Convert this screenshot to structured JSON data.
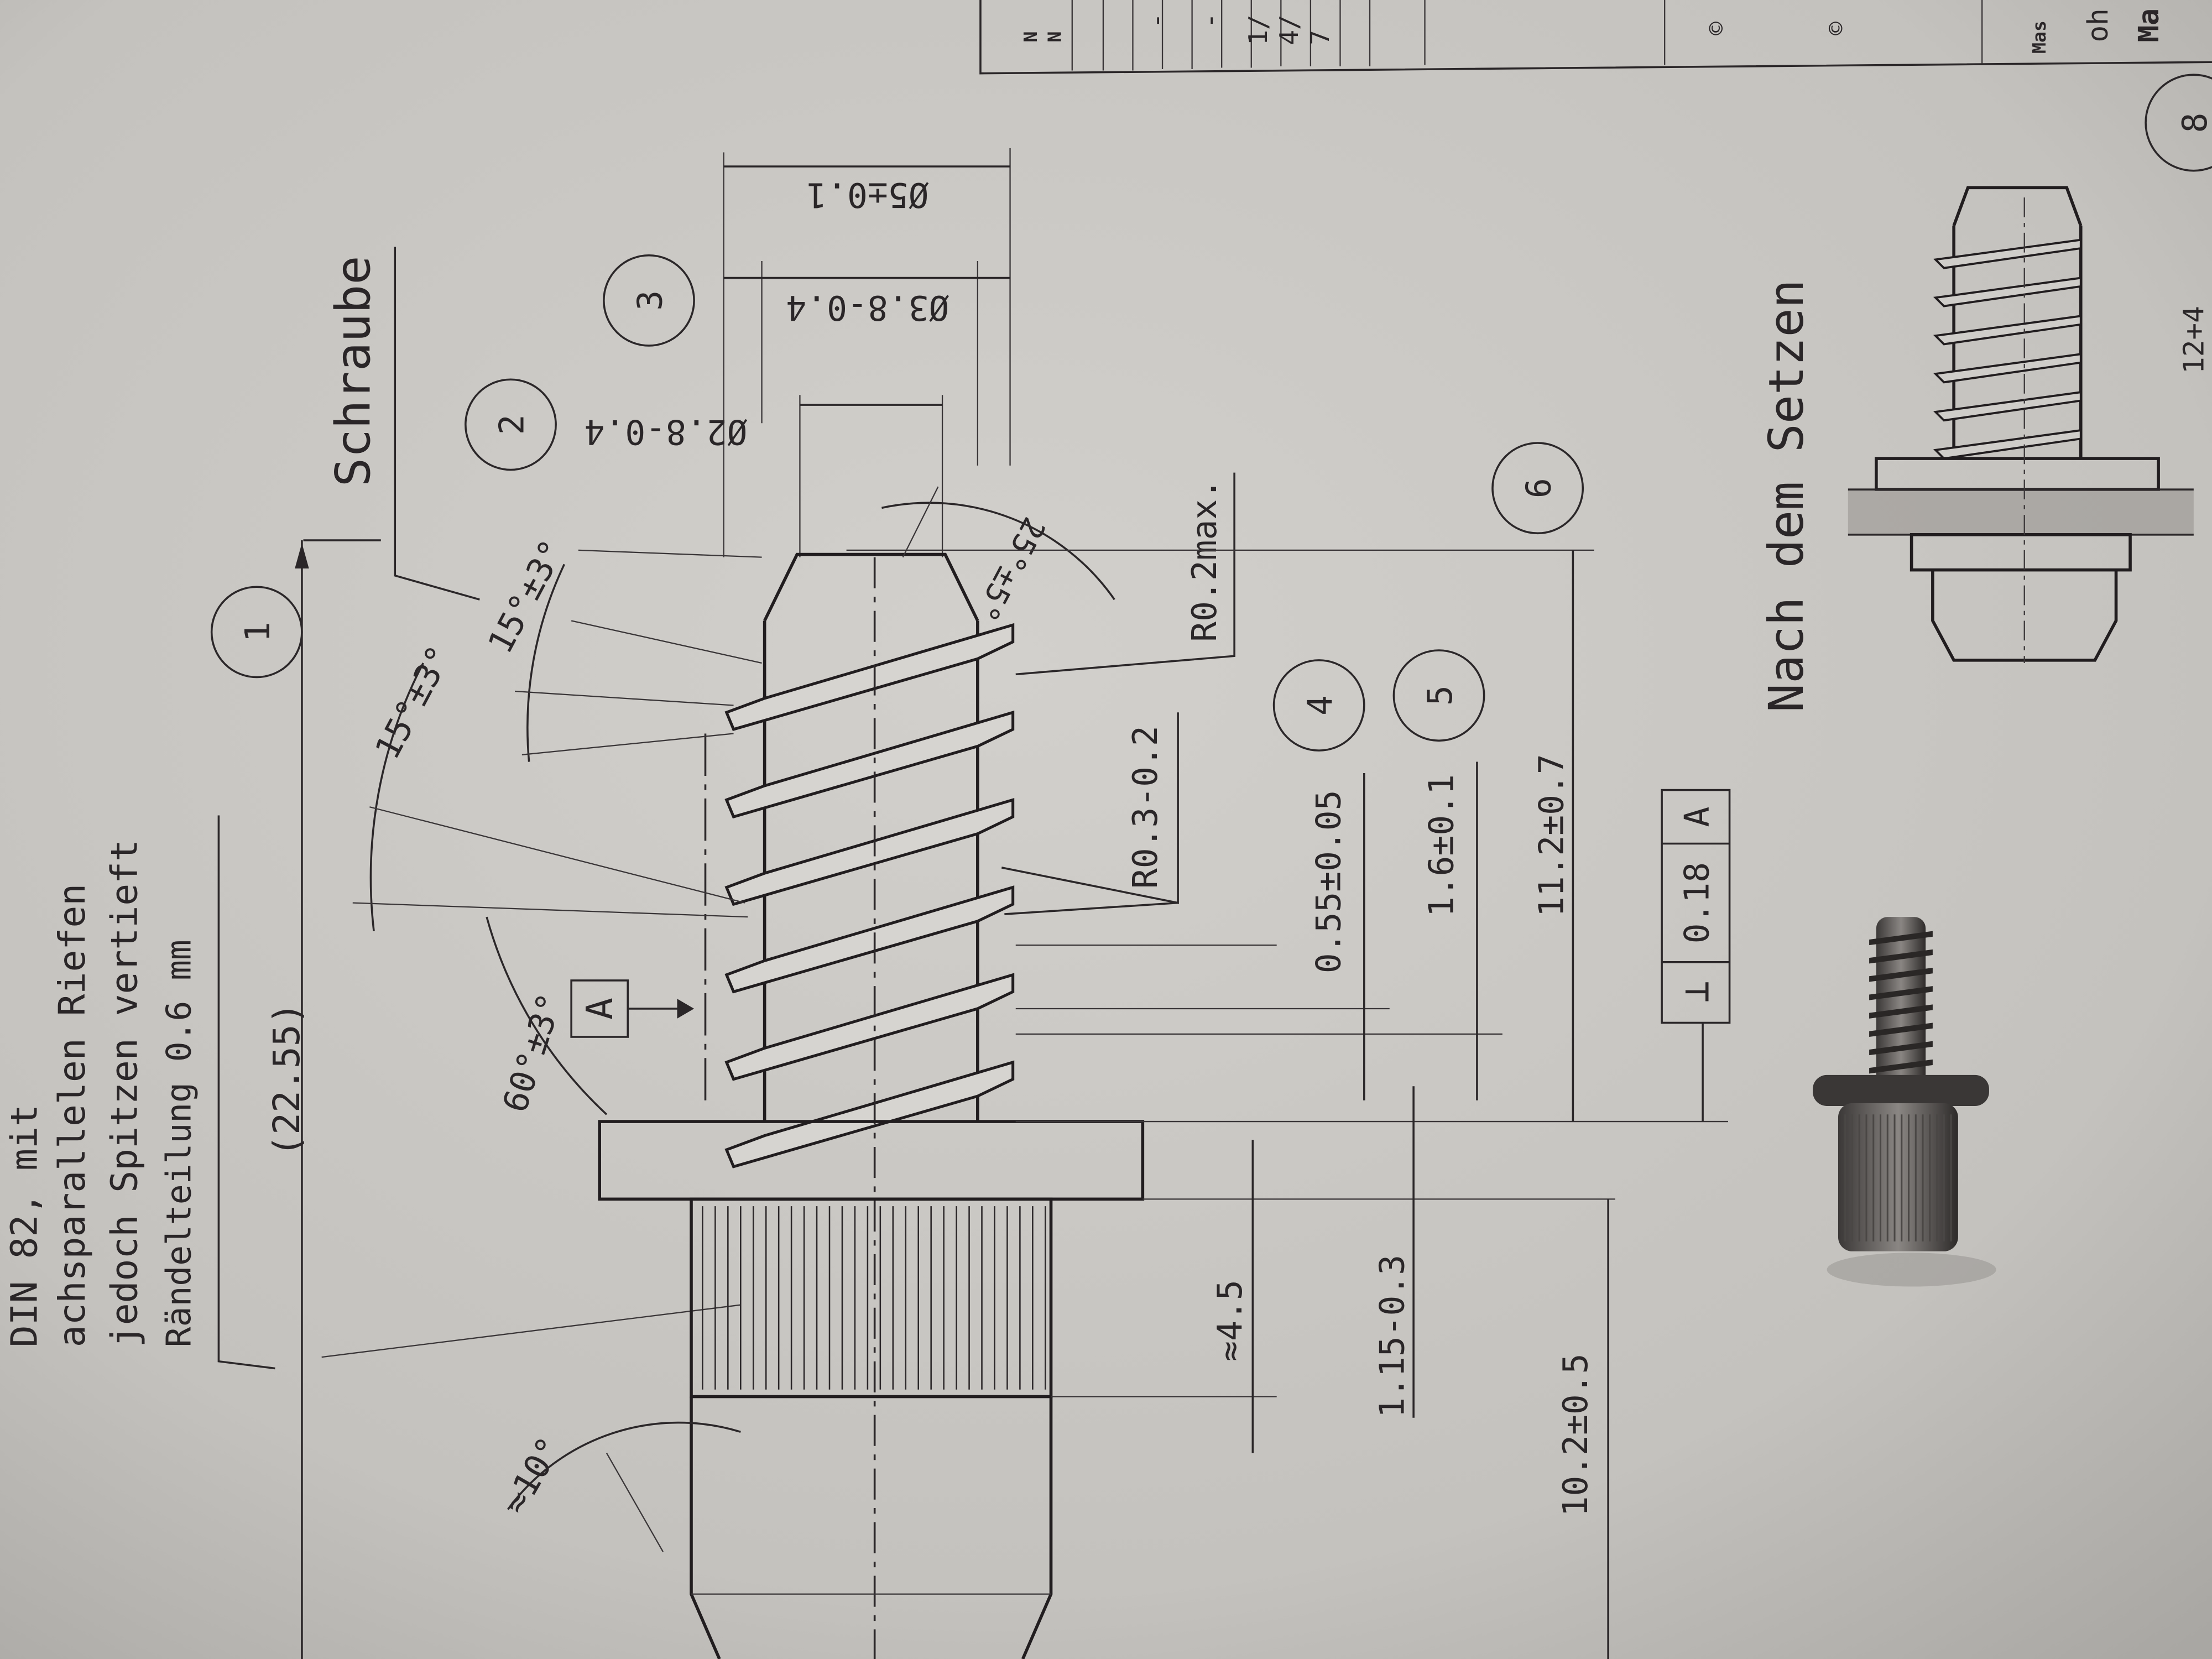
{
  "drawing": {
    "title": "Schraube",
    "note_lines": [
      "DIN 82, mit",
      "achsparallelen Riefen",
      "jedoch Spitzen vertieft",
      "Rändelteilung 0.6 mm"
    ],
    "reference_length": "(22.55)",
    "balloons": [
      "1",
      "2",
      "3",
      "4",
      "5",
      "6",
      "8"
    ],
    "dimensions": {
      "d_outer": "Ø5±0.1",
      "d_major": "Ø3.8-0.4",
      "d_minor": "Ø2.8-0.4",
      "angle_flank_1": "15°±3°",
      "angle_flank_2": "15°±3°",
      "angle_tip": "25°±5°",
      "angle_thread": "60°±3°",
      "angle_taper": "≈10°",
      "radius_tip": "R0.2max.",
      "radius_root": "R0.3-0.2",
      "thread_depth": "0.55±0.05",
      "pitch": "1.6±0.1",
      "thread_length": "11.2±0.7",
      "knurl_length": "≈4.5",
      "flange_thickness": "1.15-0.3",
      "body_length": "10.2±0.5"
    },
    "datum_label": "A",
    "tolerance_frame": {
      "symbol": "⊥",
      "value": "0.18",
      "datum": "A"
    },
    "side_view_title": "Nach dem Setzen",
    "side_view_dim": "12+4"
  },
  "title_block": {
    "cells": [
      "N",
      "N",
      "-",
      "-",
      "1/",
      "4/",
      "7",
      "©",
      "©",
      "Mas",
      "oh",
      "Ma"
    ]
  },
  "colors": {
    "paper": "#c8c6c2",
    "ink": "#2a2628",
    "screw_metal": "#6b6866"
  }
}
